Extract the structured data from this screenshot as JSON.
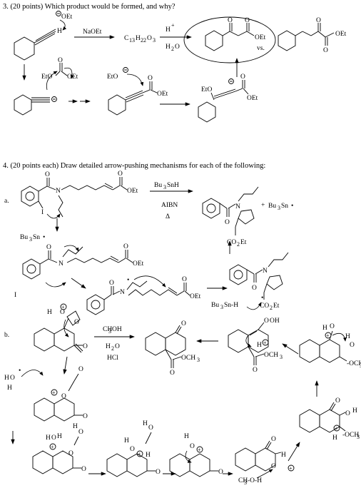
{
  "q3": {
    "heading": "3.  (20 points) Which product would be formed, and why?",
    "reagent1": "NaOEt",
    "formula_main": "C",
    "formula_13": "13",
    "formula_H": "H",
    "formula_22": "22",
    "formula_O": "O",
    "formula_3": "3",
    "reagent_acid": "H",
    "reagent_acid_sup": "+",
    "reagent_water": "H",
    "reagent_water_sub": "2",
    "reagent_water_O": "O",
    "vs": "vs.",
    "oet": "OEt",
    "eto": "EtO",
    "h": "H",
    "o": "O"
  },
  "q4": {
    "heading": "4.  (20 points each) Draw detailed arrow-pushing mechanisms for each of the following:",
    "part_a": "a.",
    "part_b": "b.",
    "reagent_bu3snh": "Bu",
    "sub3": "3",
    "snh": "SnH",
    "aibn": "AIBN",
    "delta": "Δ",
    "bu3sn": "Bu",
    "sn": "Sn",
    "radical_dot": "•",
    "plus": "+",
    "co2et_co": "CO",
    "co2et_2": "2",
    "co2et_et": "Et",
    "n": "N",
    "i": "I",
    "snh_dash": "Sn-H",
    "ch3oh": "CH",
    "ch3oh_3": "3",
    "ch3oh_oh": "OH",
    "h2o_h": "H",
    "h2o_2": "2",
    "h2o_o": "O",
    "hcl": "HCl",
    "och3": "OCH",
    "och3_3": "3",
    "och3_b": "-OCH",
    "ch3_o_h": "CH",
    "ch3_o_h_3": "3",
    "ch3_o_h_rest": "-O-H",
    "oplus": "⊕"
  }
}
